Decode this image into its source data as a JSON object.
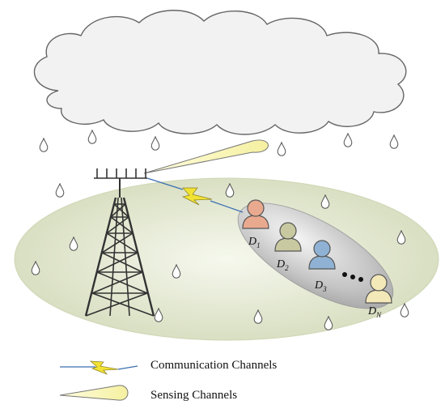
{
  "devices": [
    {
      "letter": "D",
      "sub": "1",
      "color": "#e9a98e"
    },
    {
      "letter": "D",
      "sub": "2",
      "color": "#c8c9a0"
    },
    {
      "letter": "D",
      "sub": "3",
      "color": "#8fb2d4"
    },
    {
      "letter": "D",
      "sub": "N",
      "color": "#f3e8b8"
    }
  ],
  "legend": {
    "communication": "Communication Channels",
    "sensing": "Sensing Channels"
  },
  "colors": {
    "ground": "#dde3c8",
    "cloud": "#f2f2f2",
    "beam": "#f8f4b4",
    "lightning": "#f1e234",
    "comm_line": "#3a6fb0",
    "tower": "#333333"
  }
}
